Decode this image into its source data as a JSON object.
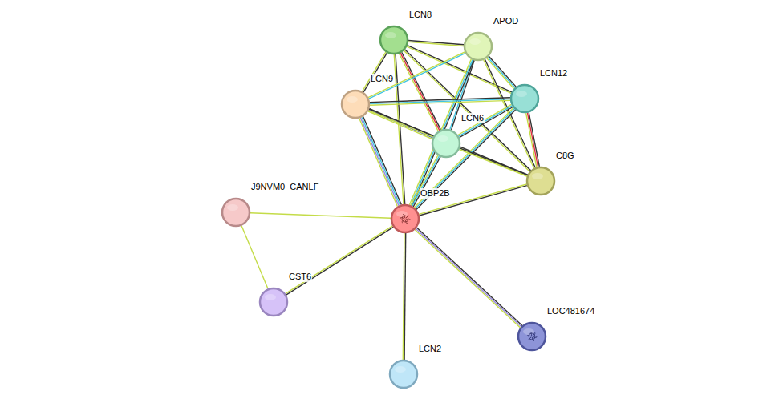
{
  "diagram": {
    "nodes": [
      {
        "text": [
          "LCN8"
        ]
      },
      {
        "text": [
          "APOD"
        ]
      },
      {
        "text": [
          "LCN9"
        ]
      },
      {
        "text": [
          "LCN12"
        ]
      },
      {
        "text": [
          "LCN6"
        ]
      },
      {
        "text": [
          "C8G"
        ]
      },
      {
        "text": [
          "J9NVM0_CANLF"
        ]
      },
      {
        "text": [
          "OBP2B"
        ]
      },
      {
        "text": [
          "CST6"
        ]
      },
      {
        "text": [
          "LOC481674"
        ]
      },
      {
        "text": [
          "LCN2"
        ]
      }
    ],
    "edges": [
      {
        "from": 0,
        "to": 1,
        "arrow": "none"
      },
      {
        "from": 0,
        "to": 2,
        "arrow": "none"
      },
      {
        "from": 0,
        "to": 3,
        "arrow": "none"
      },
      {
        "from": 0,
        "to": 4,
        "arrow": "none"
      },
      {
        "from": 0,
        "to": 5,
        "arrow": "none"
      },
      {
        "from": 0,
        "to": 7,
        "arrow": "none"
      },
      {
        "from": 1,
        "to": 2,
        "arrow": "none"
      },
      {
        "from": 1,
        "to": 3,
        "arrow": "none"
      },
      {
        "from": 1,
        "to": 4,
        "arrow": "none"
      },
      {
        "from": 1,
        "to": 5,
        "arrow": "none"
      },
      {
        "from": 1,
        "to": 7,
        "arrow": "none"
      },
      {
        "from": 2,
        "to": 3,
        "arrow": "none"
      },
      {
        "from": 2,
        "to": 4,
        "arrow": "none"
      },
      {
        "from": 2,
        "to": 5,
        "arrow": "none"
      },
      {
        "from": 2,
        "to": 7,
        "arrow": "none"
      },
      {
        "from": 3,
        "to": 4,
        "arrow": "none"
      },
      {
        "from": 3,
        "to": 5,
        "arrow": "none"
      },
      {
        "from": 3,
        "to": 7,
        "arrow": "none"
      },
      {
        "from": 4,
        "to": 5,
        "arrow": "none"
      },
      {
        "from": 4,
        "to": 7,
        "arrow": "none"
      },
      {
        "from": 5,
        "to": 7,
        "arrow": "none"
      },
      {
        "from": 6,
        "to": 7,
        "arrow": "none"
      },
      {
        "from": 6,
        "to": 8,
        "arrow": "none"
      },
      {
        "from": 7,
        "to": 8,
        "arrow": "none"
      },
      {
        "from": 7,
        "to": 9,
        "arrow": "none"
      },
      {
        "from": 7,
        "to": 10,
        "arrow": "none"
      }
    ]
  }
}
